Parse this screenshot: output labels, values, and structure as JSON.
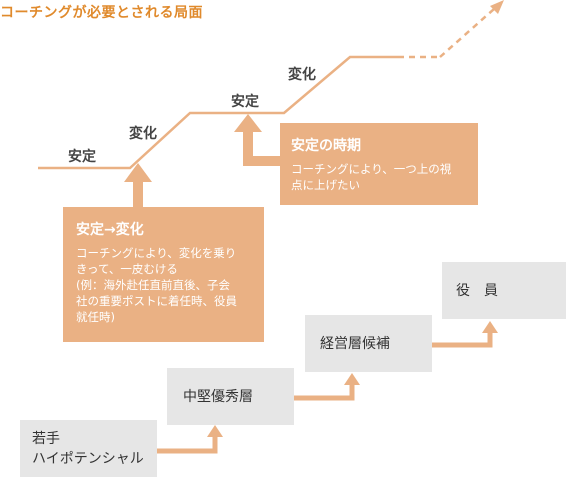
{
  "title": "コーチングが必要とされる局面",
  "stages": {
    "stable_1": "安定",
    "change_1": "変化",
    "stable_2": "安定",
    "change_2": "変化"
  },
  "callouts": {
    "stable_to_change": {
      "heading": "安定→変化",
      "lines": [
        "コーチングにより、変化を乗り",
        "きって、一皮むける",
        "(例：海外赴任直前直後、子会",
        "社の重要ポストに着任時、役員",
        "就任時)"
      ]
    },
    "stable_period": {
      "heading": "安定の時期",
      "lines": [
        "コーチングにより、一つ上の視",
        "点に上げたい"
      ]
    }
  },
  "ladder": {
    "young": {
      "lines": [
        "若手",
        "ハイポテンシャル"
      ]
    },
    "mid": {
      "label": "中堅優秀層"
    },
    "manager": {
      "label": "経営層候補"
    },
    "executive": {
      "label": "役　員"
    }
  },
  "colors": {
    "title": "#e08a2c",
    "line": "#eab184",
    "callout_bg": "#eab184",
    "box_bg": "#e6e6e6"
  }
}
